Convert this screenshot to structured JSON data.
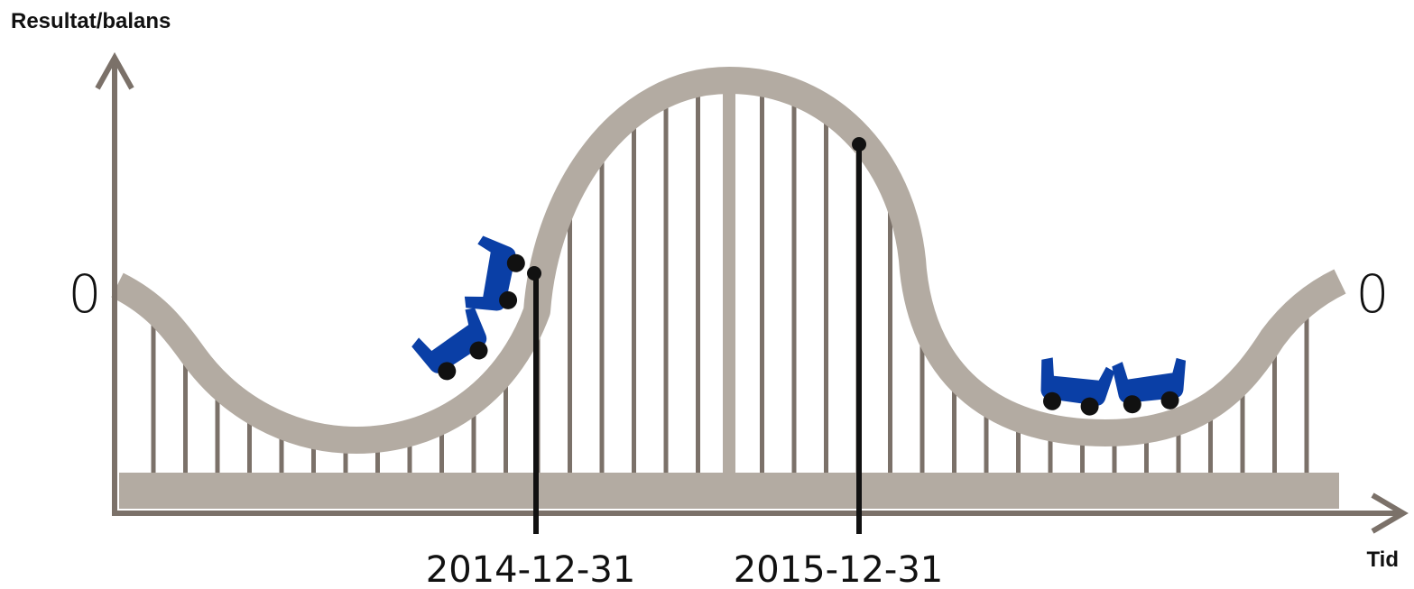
{
  "y_axis_label": "Resultat/balans",
  "x_axis_label": "Tid",
  "zero_left": "0",
  "zero_right": "0",
  "markers": [
    {
      "label": "2014-12-31"
    },
    {
      "label": "2015-12-31"
    }
  ],
  "colors": {
    "track": "#b3aba2",
    "axis": "#7b7169",
    "marker": "#111111",
    "cart": "#0a3fa6",
    "wheel": "#111111"
  },
  "icons": [
    "roller-coaster-cart-icon"
  ]
}
